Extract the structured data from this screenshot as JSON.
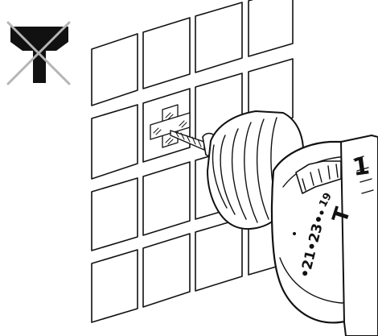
{
  "figure": {
    "colors": {
      "ink": "#111111",
      "hammer_symbol": "#111111",
      "cross_out": "#b5b5b5",
      "tape": "#ffffff",
      "background": "#ffffff"
    },
    "icons": {
      "prohibited_mode": "hammer-icon",
      "prohibited_mark": "cross-out-icon"
    },
    "tile_grid": {
      "rows": 4,
      "columns": 4
    },
    "collar_markings": {
      "large_number": "1",
      "letter": "T",
      "torque_row": "•21•23•",
      "upper_digits": "19"
    }
  }
}
